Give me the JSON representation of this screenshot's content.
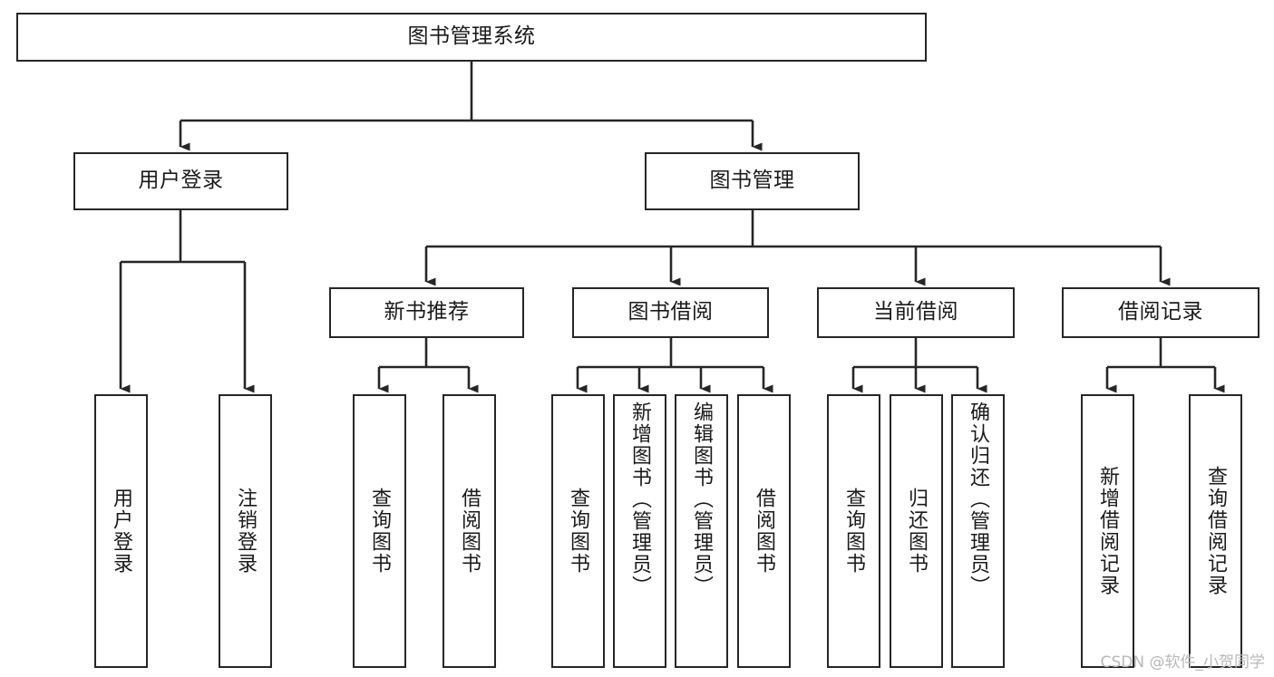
{
  "diagram": {
    "title": "图书管理系统",
    "type": "tree-hierarchy-diagram",
    "watermark": "CSDN @软件_小贺同学",
    "colors": {
      "stroke": "#262626",
      "fill": "#ffffff",
      "text": "#1a1a1a",
      "watermark": "#b8b8b8"
    },
    "nodes": {
      "root": {
        "label": "图书管理系统"
      },
      "level2": [
        {
          "label": "用户登录"
        },
        {
          "label": "图书管理"
        }
      ],
      "level3": [
        {
          "label": "新书推荐"
        },
        {
          "label": "图书借阅"
        },
        {
          "label": "当前借阅"
        },
        {
          "label": "借阅记录"
        }
      ],
      "leaves": {
        "user_login": [
          {
            "label": "用户登录"
          },
          {
            "label": "注销登录"
          }
        ],
        "new_book": [
          {
            "label": "查询图书"
          },
          {
            "label": "借阅图书"
          }
        ],
        "book_borrow": [
          {
            "label": "查询图书"
          },
          {
            "label": "新增图书（管理员）"
          },
          {
            "label": "编辑图书（管理员）"
          },
          {
            "label": "借阅图书"
          }
        ],
        "current_borrow": [
          {
            "label": "查询图书"
          },
          {
            "label": "归还图书"
          },
          {
            "label": "确认归还（管理员）"
          }
        ],
        "borrow_record": [
          {
            "label": "新增借阅记录"
          },
          {
            "label": "查询借阅记录"
          }
        ]
      }
    }
  }
}
